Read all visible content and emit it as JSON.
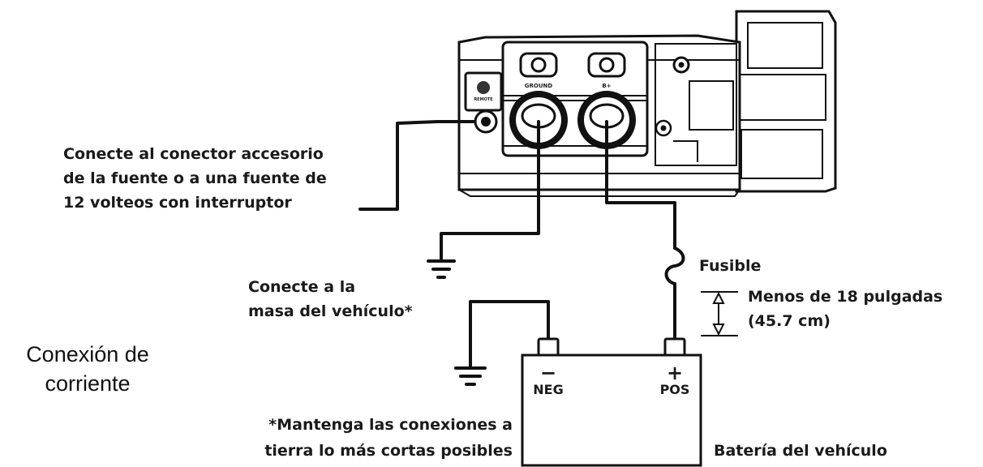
{
  "title": [
    "Conexión de",
    "corriente"
  ],
  "amplifier": {
    "ground_terminal_label": "GROUND",
    "battery_terminal_label": "B+",
    "remote_terminal_label": "REMOTE"
  },
  "remote_note": [
    "Conecte al conector accesorio",
    "de la fuente o a una fuente de",
    "12 volteos con interruptor"
  ],
  "ground_note": [
    "Conecte a la",
    "masa del vehículo*"
  ],
  "fuse_label": "Fusible",
  "distance_note": [
    "Menos de 18 pulgadas",
    "(45.7 cm)"
  ],
  "battery": {
    "neg_symbol": "−",
    "neg_label": "NEG",
    "pos_symbol": "+",
    "pos_label": "POS",
    "caption": "Batería del vehículo"
  },
  "footnote": [
    "*Mantenga las conexiones a",
    "tierra lo más cortas posibles"
  ]
}
